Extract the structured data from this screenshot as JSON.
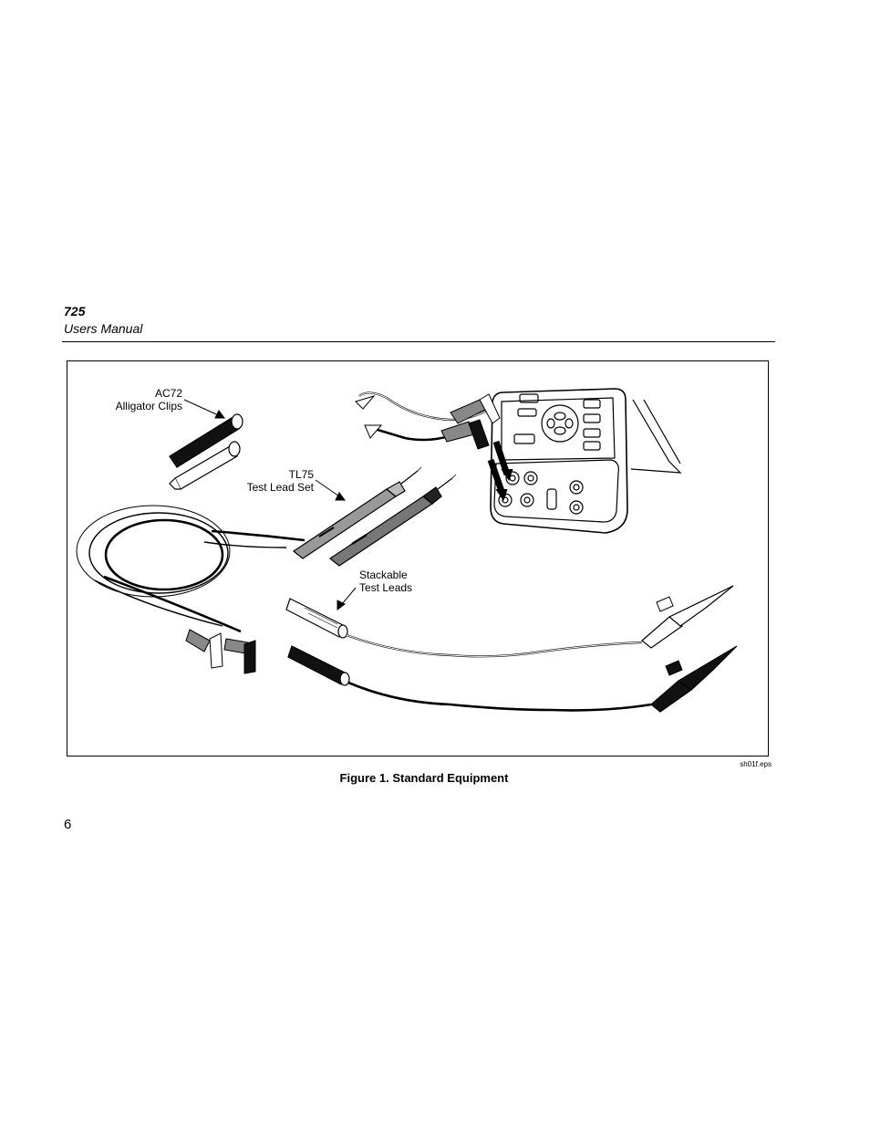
{
  "header": {
    "model": "725",
    "title": "Users Manual"
  },
  "figure": {
    "labels": {
      "ac72_line1": "AC72",
      "ac72_line2": "Alligator Clips",
      "tl75_line1": "TL75",
      "tl75_line2": "Test Lead Set",
      "stack_line1": "Stackable",
      "stack_line2": "Test Leads"
    },
    "file_name": "sh01f.eps",
    "caption": "Figure 1. Standard Equipment"
  },
  "page_number": "6"
}
